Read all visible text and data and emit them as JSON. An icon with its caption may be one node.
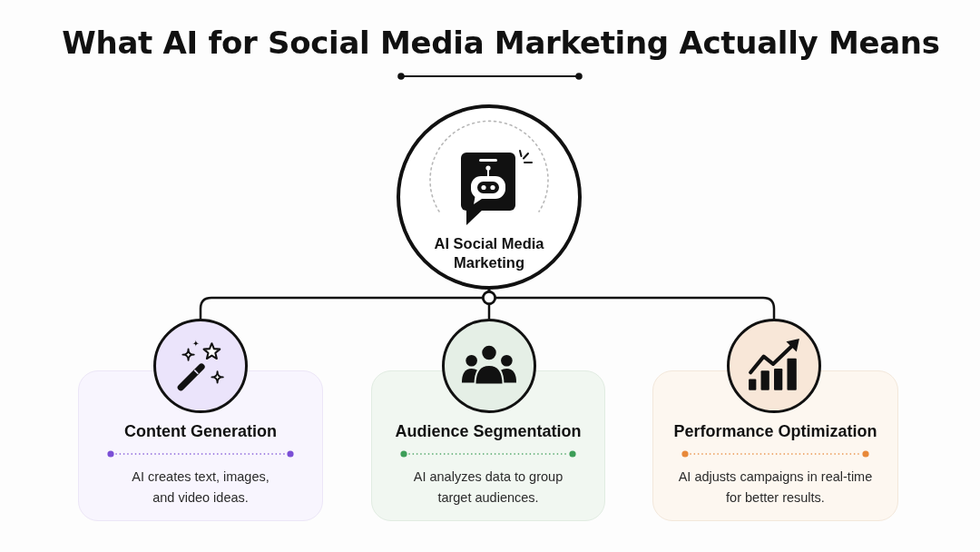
{
  "diagram": {
    "title": "What AI for Social Media Marketing Actually Means",
    "nodes": [
      {
        "text": [
          "AI Social Media Marketing"
        ]
      },
      {
        "text": [],
        "shape": "circle"
      },
      {
        "text": [
          "Content Generation",
          "AI creates text, images, and video ideas."
        ]
      },
      {
        "text": [],
        "shape": "circle"
      },
      {
        "text": [
          "Audience Segmentation",
          "AI analyzes data to group target audiences."
        ]
      },
      {
        "text": [],
        "shape": "circle"
      },
      {
        "text": [
          "Performance Optimization",
          "AI adjusts campaigns in real-time for better results."
        ]
      }
    ],
    "edges": [
      {
        "from": 0,
        "to": 1,
        "arrow": "other"
      },
      {
        "from": 0,
        "to": 3,
        "arrow": "other"
      },
      {
        "from": 0,
        "to": 5,
        "arrow": "other"
      }
    ]
  }
}
